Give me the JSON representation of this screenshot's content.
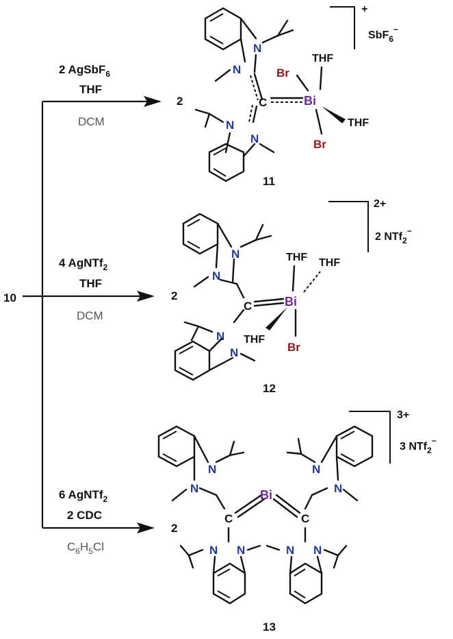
{
  "start_compound": "10",
  "reactions": [
    {
      "reagent": "2 AgSbF",
      "reagent_sub": "6",
      "line2": "THF",
      "solvent": "DCM",
      "stoich": "2",
      "compound": "11",
      "charge": "+",
      "counterion": "SbF",
      "counterion_sub": "6",
      "counterion_sup": "−"
    },
    {
      "reagent": "4 AgNTf",
      "reagent_sub": "2",
      "line2": "THF",
      "solvent": "DCM",
      "stoich": "2",
      "compound": "12",
      "charge": "2+",
      "counterion": "2 NTf",
      "counterion_sub": "2",
      "counterion_sup": "−"
    },
    {
      "reagent": "6 AgNTf",
      "reagent_sub": "2",
      "line2": "2 CDC",
      "solvent_main": "C",
      "solvent_sub1": "6",
      "solvent_mid": "H",
      "solvent_sub2": "5",
      "solvent_end": "Cl",
      "stoich": "2",
      "compound": "13",
      "charge": "3+",
      "counterion": "3 NTf",
      "counterion_sub": "2",
      "counterion_sup": "−"
    }
  ],
  "atoms": {
    "N": "N",
    "C": "C",
    "Bi": "Bi",
    "Br": "Br",
    "THF": "THF"
  }
}
